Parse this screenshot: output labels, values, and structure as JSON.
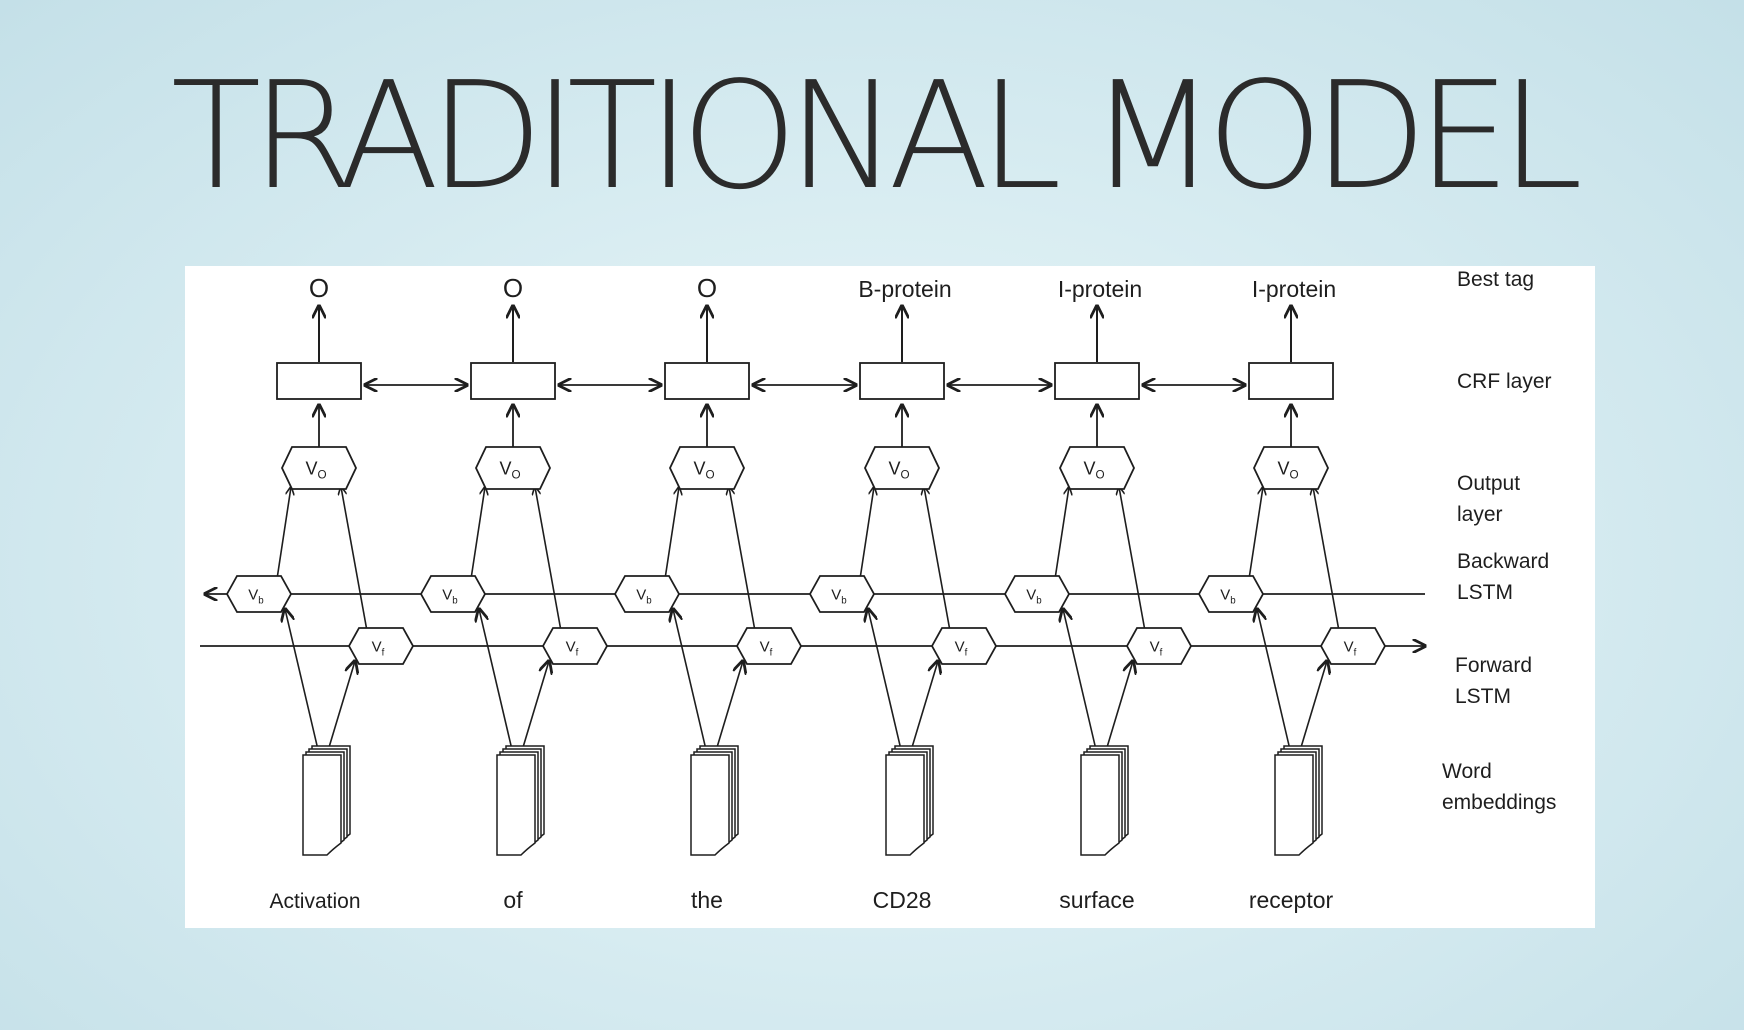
{
  "slide": {
    "title": "TRADITIONAL MODEL"
  },
  "diagram": {
    "tags": [
      "O",
      "O",
      "O",
      "B-protein",
      "I-protein",
      "I-protein"
    ],
    "words": [
      "Activation",
      "of",
      "the",
      "CD28",
      "surface",
      "receptor"
    ],
    "node_labels": {
      "output": "V",
      "output_sub": "O",
      "backward": "V",
      "backward_sub": "b",
      "forward": "V",
      "forward_sub": "f"
    },
    "layer_labels": {
      "best_tag": [
        "Best tag"
      ],
      "crf": [
        "CRF layer"
      ],
      "output": [
        "Output",
        "layer"
      ],
      "backward": [
        "Backward",
        "LSTM"
      ],
      "forward": [
        "Forward",
        "LSTM"
      ],
      "embeddings": [
        "Word",
        "embeddings"
      ]
    },
    "colors": {
      "stroke": "#1e1e1e",
      "panel": "#ffffff",
      "background": "#d9edf2"
    }
  }
}
